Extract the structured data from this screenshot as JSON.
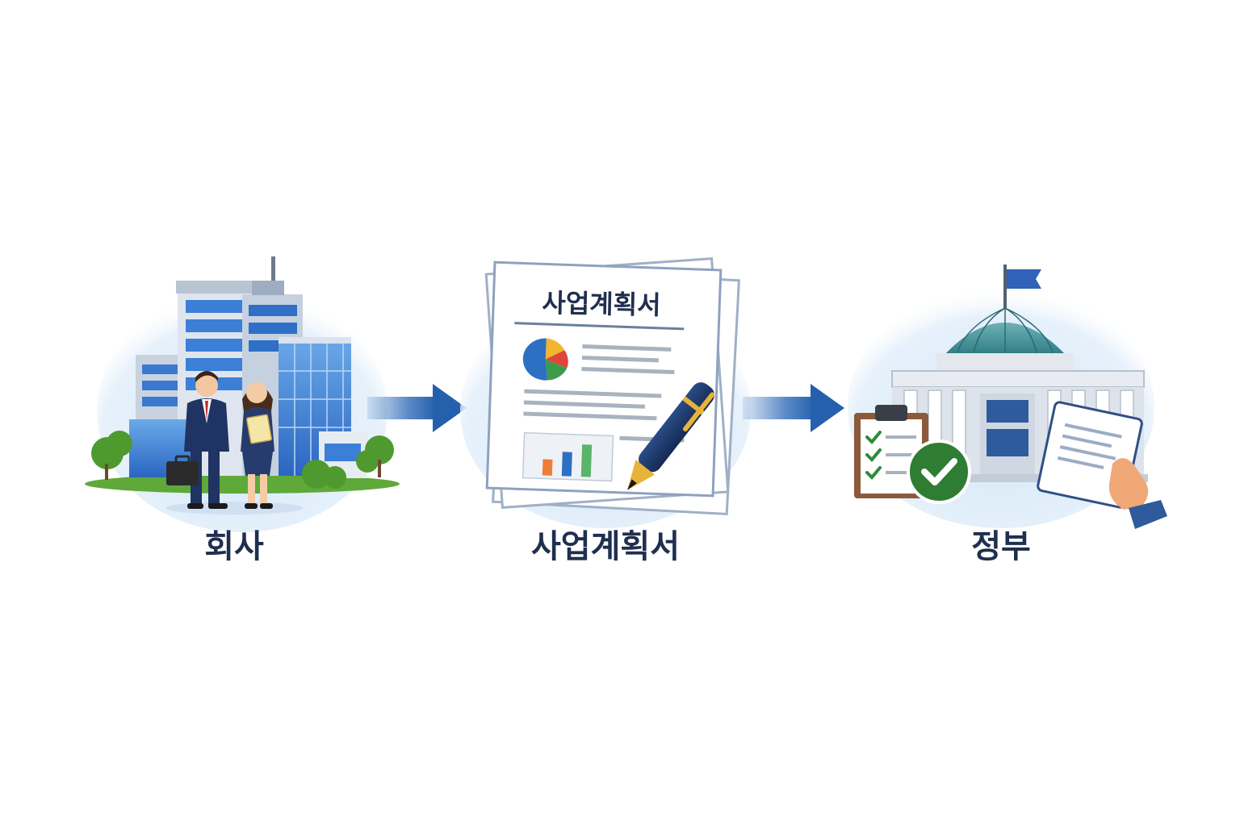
{
  "steps": [
    {
      "label": "회사",
      "icon": "office-building-icon"
    },
    {
      "label": "사업계획서",
      "icon": "business-plan-document-icon"
    },
    {
      "label": "정부",
      "icon": "government-building-icon"
    }
  ],
  "document_heading": "사업계획서",
  "colors": {
    "label_text": "#1f2f4e",
    "arrow": "#2f6cb8",
    "halo": "#dcebf8",
    "check_green": "#2e7d32",
    "navy": "#1e3463"
  }
}
